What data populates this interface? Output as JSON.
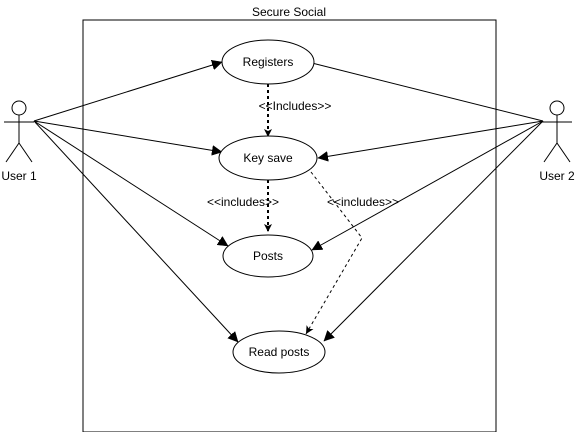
{
  "system": {
    "title": "Secure Social"
  },
  "actors": {
    "left": {
      "label": "User 1"
    },
    "right": {
      "label": "User 2"
    }
  },
  "use_cases": {
    "registers": {
      "label": "Registers"
    },
    "key_save": {
      "label": "Key save"
    },
    "posts": {
      "label": "Posts"
    },
    "read_posts": {
      "label": "Read posts"
    }
  },
  "relations": {
    "registers_includes_keysave": "<<Includes>>",
    "keysave_includes_posts": "<<includes>>",
    "keysave_includes_readposts": "<<includes>>"
  }
}
